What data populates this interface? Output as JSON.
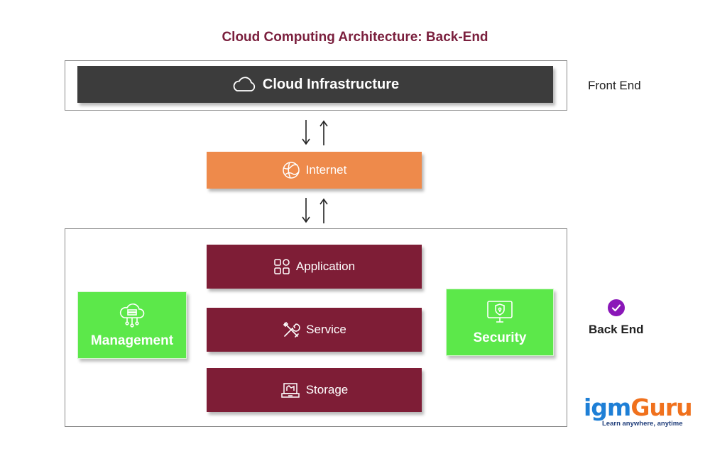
{
  "title": "Cloud Computing Architecture: Back-End",
  "front_end_label": "Front End",
  "back_end_label": "Back End",
  "cloud_infrastructure": {
    "label": "Cloud Infrastructure",
    "icon": "cloud-icon"
  },
  "internet": {
    "label": "Internet",
    "icon": "globe-icon"
  },
  "backend_blocks": [
    {
      "label": "Application",
      "icon": "apps-grid-icon"
    },
    {
      "label": "Service",
      "icon": "tools-icon"
    },
    {
      "label": "Storage",
      "icon": "storage-icon"
    }
  ],
  "management": {
    "label": "Management",
    "icon": "cloud-server-icon"
  },
  "security": {
    "label": "Security",
    "icon": "monitor-shield-icon"
  },
  "logo": {
    "part1": "igm",
    "part2": "Guru",
    "tagline": "Learn anywhere, anytime"
  },
  "colors": {
    "title": "#7a1f3d",
    "dark_bar": "#3c3c3c",
    "internet": "#ee8a4b",
    "maroon": "#7e1d36",
    "green": "#5ce84a",
    "check_badge": "#8a17b8",
    "logo_blue": "#1e7fd6",
    "logo_orange": "#f0711d"
  }
}
